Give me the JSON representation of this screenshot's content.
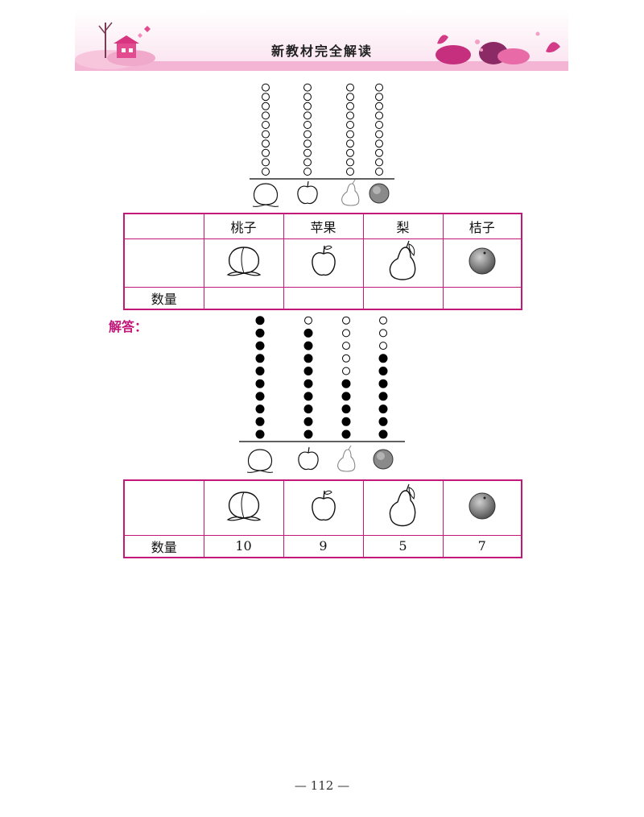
{
  "header": {
    "title": "新教材完全解读"
  },
  "fruits": {
    "peach": "桃子",
    "apple": "苹果",
    "pear": "梨",
    "orange": "桔子"
  },
  "table1": {
    "headers": [
      "",
      "桃子",
      "苹果",
      "梨",
      "桔子"
    ],
    "quantity_label": "数量",
    "quantities": [
      "",
      "",
      "",
      ""
    ]
  },
  "answer": {
    "label": "解答：",
    "quantity_label": "数量",
    "quantities": [
      "10",
      "9",
      "5",
      "7"
    ]
  },
  "abacus_capacity": 10,
  "answer_filled_counts": [
    10,
    9,
    5,
    7
  ],
  "colors": {
    "accent": "#c2187a",
    "banner_pink": "#f4b5d4"
  },
  "footer": {
    "page_number": "— 112 —"
  }
}
